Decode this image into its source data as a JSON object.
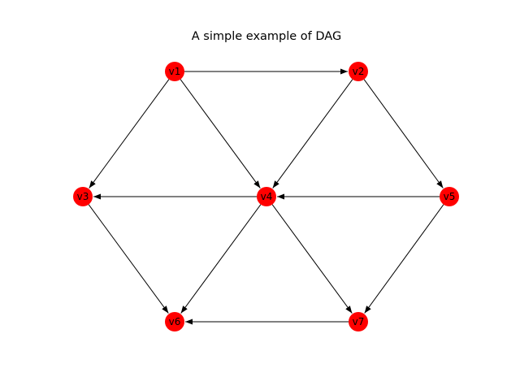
{
  "title": "A simple example of DAG",
  "colors": {
    "node": "#ff0000",
    "edge": "#000000",
    "background": "#ffffff"
  },
  "nodes": [
    {
      "id": "v1",
      "label": "v1"
    },
    {
      "id": "v2",
      "label": "v2"
    },
    {
      "id": "v3",
      "label": "v3"
    },
    {
      "id": "v4",
      "label": "v4"
    },
    {
      "id": "v5",
      "label": "v5"
    },
    {
      "id": "v6",
      "label": "v6"
    },
    {
      "id": "v7",
      "label": "v7"
    }
  ],
  "edges": [
    {
      "from": "v1",
      "to": "v2"
    },
    {
      "from": "v1",
      "to": "v3"
    },
    {
      "from": "v1",
      "to": "v4"
    },
    {
      "from": "v2",
      "to": "v4"
    },
    {
      "from": "v2",
      "to": "v5"
    },
    {
      "from": "v4",
      "to": "v3"
    },
    {
      "from": "v5",
      "to": "v4"
    },
    {
      "from": "v3",
      "to": "v6"
    },
    {
      "from": "v4",
      "to": "v6"
    },
    {
      "from": "v4",
      "to": "v7"
    },
    {
      "from": "v5",
      "to": "v7"
    },
    {
      "from": "v7",
      "to": "v6"
    }
  ]
}
